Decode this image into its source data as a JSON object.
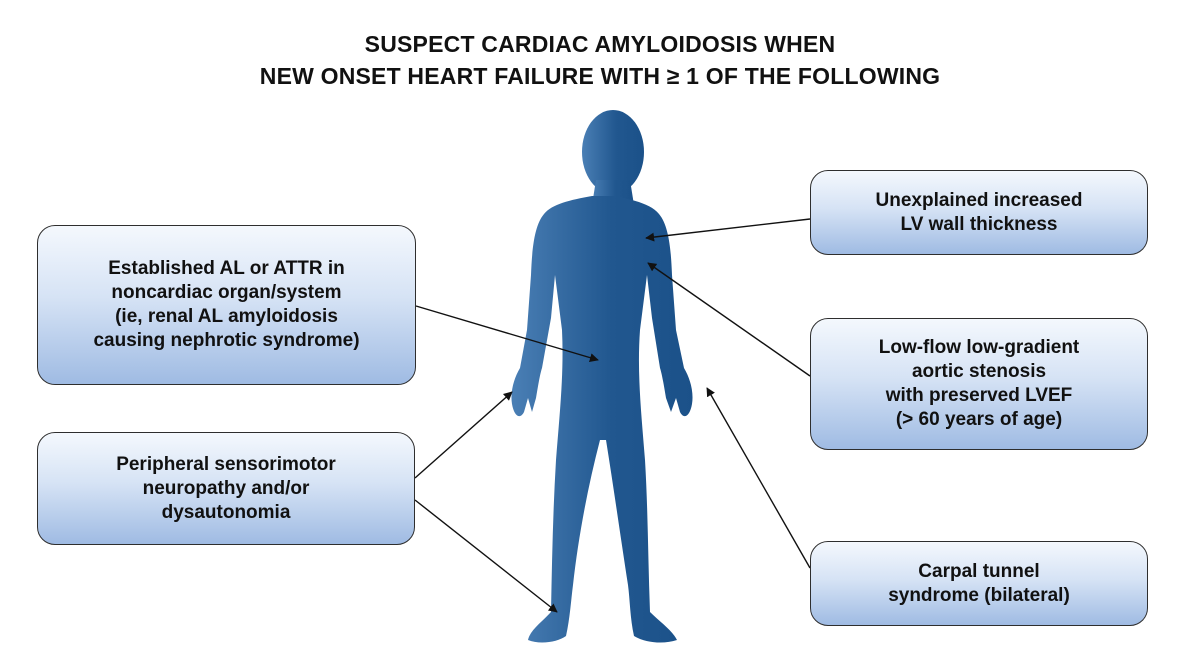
{
  "title": {
    "line1": "SUSPECT CARDIAC AMYLOIDOSIS WHEN",
    "line2": "NEW ONSET HEART FAILURE WITH ≥ 1 OF THE FOLLOWING"
  },
  "boxes": {
    "established": [
      "Established AL or ATTR in",
      "noncardiac organ/system",
      "(ie, renal AL amyloidosis",
      "causing nephrotic syndrome)"
    ],
    "neuropathy": [
      "Peripheral sensorimotor",
      "neuropathy and/or",
      "dysautonomia"
    ],
    "lv_wall": [
      "Unexplained increased",
      "LV wall thickness"
    ],
    "stenosis": [
      "Low-flow low-gradient",
      "aortic stenosis",
      "with preserved LVEF",
      "(> 60 years of age)"
    ],
    "carpal": [
      "Carpal tunnel",
      "syndrome (bilateral)"
    ]
  },
  "colors": {
    "body_dark": "#1b5189",
    "body_light": "#4a7fb5",
    "box_top": "#f4f8fd",
    "box_bottom": "#9fbbe3",
    "arrow": "#111111"
  }
}
